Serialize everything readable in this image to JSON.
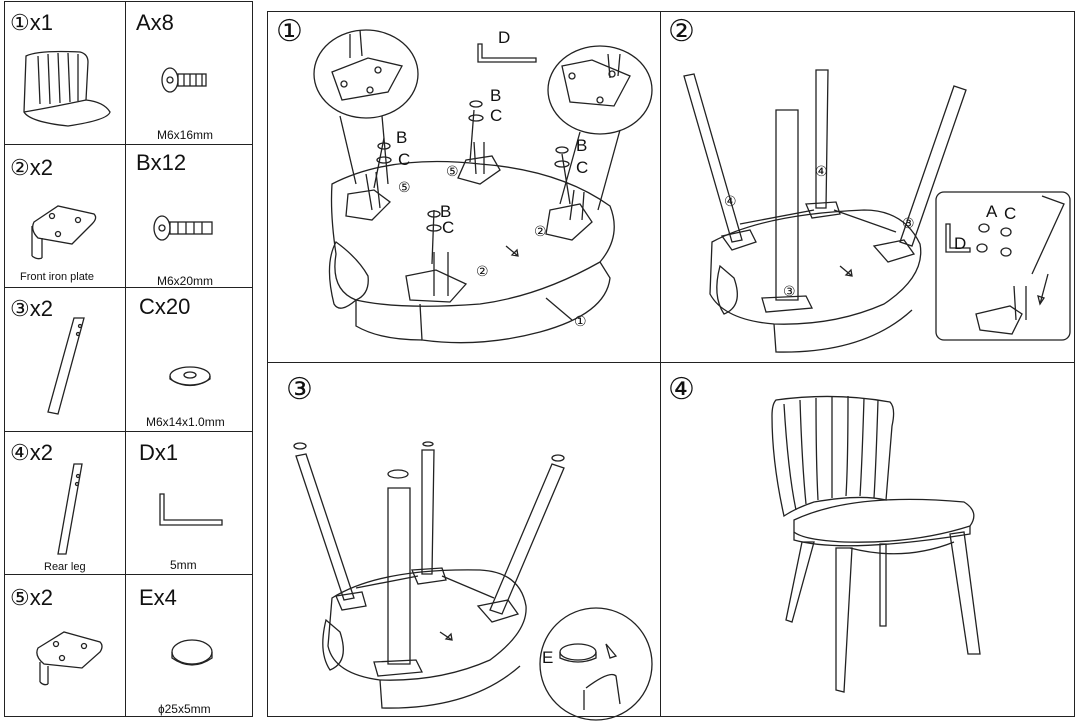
{
  "parts": [
    {
      "name": "①x1",
      "spec": ""
    },
    {
      "name": "Ax8",
      "spec": "M6x16mm"
    },
    {
      "name": "②x2",
      "spec": "Front iron plate"
    },
    {
      "name": "Bx12",
      "spec": "M6x20mm"
    },
    {
      "name": "③x2",
      "spec": ""
    },
    {
      "name": "Cx20",
      "spec": "M6x14x1.0mm"
    },
    {
      "name": "④x2",
      "spec": "Rear leg"
    },
    {
      "name": "Dx1",
      "spec": "5mm"
    },
    {
      "name": "⑤x2",
      "spec": ""
    },
    {
      "name": "Ex4",
      "spec": "ɸ25x5mm"
    }
  ],
  "steps": {
    "s1": "①",
    "s2": "②",
    "s3": "③",
    "s4": "④"
  },
  "labels": {
    "A": "A",
    "B": "B",
    "C": "C",
    "D": "D",
    "E": "E",
    "n1": "①",
    "n2": "②",
    "n3": "③",
    "n4": "④",
    "n5": "⑤"
  }
}
